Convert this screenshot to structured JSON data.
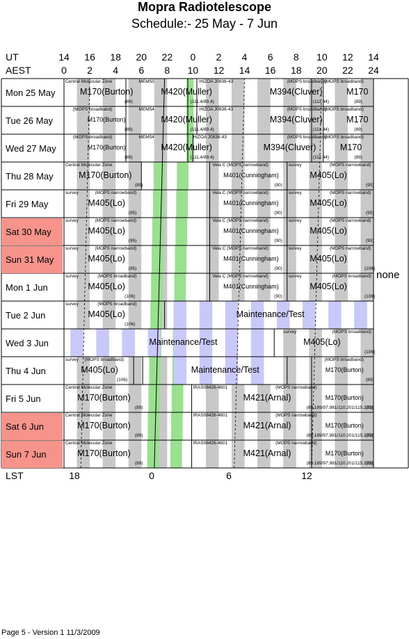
{
  "title": "Mopra Radiotelescope",
  "subtitle": "Schedule:- 25 May - 7  Jun",
  "axes": {
    "ut_label": "UT",
    "aest_label": "AEST",
    "lst_label": "LST",
    "ut_ticks": [
      "14",
      "16",
      "18",
      "20",
      "22",
      "0",
      "2",
      "4",
      "6",
      "8",
      "10",
      "12",
      "14"
    ],
    "aest_ticks": [
      "0",
      "2",
      "4",
      "6",
      "8",
      "10",
      "12",
      "14",
      "16",
      "18",
      "20",
      "22",
      "24"
    ],
    "lst_ticks": [
      "18",
      "0",
      "6",
      "12"
    ]
  },
  "colors": {
    "grey": "#c8c8c8",
    "green": "#99e18f",
    "lavender": "#c8c8f9",
    "weekend": "#f6938b"
  },
  "days": [
    {
      "label": "Mon  25 May",
      "weekend": false
    },
    {
      "label": "Tue  26 May",
      "weekend": false
    },
    {
      "label": "Wed 27 May",
      "weekend": false
    },
    {
      "label": "Thu  28 May",
      "weekend": false
    },
    {
      "label": "Fri   29 May",
      "weekend": false
    },
    {
      "label": "Sat  30 May",
      "weekend": true
    },
    {
      "label": "Sun 31 May",
      "weekend": true
    },
    {
      "label": "Mon   1 Jun",
      "weekend": false
    },
    {
      "label": "Tue    2  Jun",
      "weekend": false
    },
    {
      "label": "Wed   3  Jun",
      "weekend": false
    },
    {
      "label": "Thu    4  Jun",
      "weekend": false
    },
    {
      "label": "Fri     5  Jun",
      "weekend": false
    },
    {
      "label": "Sat    6  Jun",
      "weekend": true
    },
    {
      "label": "Sun    7  Jun",
      "weekend": true
    }
  ],
  "row_labels": [
    [
      {
        "t": "Central Molecular Zone",
        "h": 0.1,
        "pos": "tl",
        "s": "sm"
      },
      {
        "t": "M170(Burton)",
        "h": 1.0,
        "pos": "c",
        "s": "big",
        "w": 4.6
      },
      {
        "t": "(89)",
        "h": 4.7,
        "pos": "br",
        "s": "sm"
      },
      {
        "t": "MEM55",
        "h": 5.8,
        "pos": "tl",
        "s": "sm"
      },
      {
        "t": "M420(Muller)",
        "h": 7.0,
        "pos": "c",
        "s": "big",
        "w": 5.0
      },
      {
        "t": "(111.4/89.4)",
        "h": 9.8,
        "pos": "br",
        "s": "sm"
      },
      {
        "t": "HIZOA J0836-43",
        "h": 10.5,
        "pos": "tl",
        "s": "sm"
      },
      {
        "t": "M394(Cluver)",
        "h": 13.5,
        "pos": "c",
        "s": "big",
        "w": 9.0
      },
      {
        "t": "(MOPS broadband)",
        "h": 17.3,
        "pos": "tl",
        "s": "sm"
      },
      {
        "t": "(111.44)",
        "h": 19.3,
        "pos": "br",
        "s": "sm"
      },
      {
        "t": "(MOPS broadband)",
        "h": 20.2,
        "pos": "tl",
        "s": "sm"
      },
      {
        "t": "M170",
        "h": 21.5,
        "pos": "c",
        "s": "big",
        "w": 2.5
      },
      {
        "t": "(89)",
        "h": 22.5,
        "pos": "br",
        "s": "sm"
      }
    ],
    [
      {
        "t": "(MOPS broadband)",
        "h": 0.7,
        "pos": "tl",
        "s": "sm"
      },
      {
        "t": "M170(Burton)",
        "h": 1.0,
        "pos": "c",
        "s": "sm2",
        "w": 4.6
      },
      {
        "t": "(89)",
        "h": 4.7,
        "pos": "br",
        "s": "sm"
      },
      {
        "t": "MEM54",
        "h": 5.8,
        "pos": "tl",
        "s": "sm"
      },
      {
        "t": "M420(Muller)",
        "h": 7.0,
        "pos": "c",
        "s": "big",
        "w": 5.0
      },
      {
        "t": "(111.4/89.4)",
        "h": 9.8,
        "pos": "br",
        "s": "sm"
      },
      {
        "t": "HIZOA J0836-43",
        "h": 10.5,
        "pos": "tl",
        "s": "sm"
      },
      {
        "t": "M394(Cluver)",
        "h": 13.5,
        "pos": "c",
        "s": "big",
        "w": 9.0
      },
      {
        "t": "(MOPS broadband)",
        "h": 17.3,
        "pos": "tl",
        "s": "sm"
      },
      {
        "t": "(111.44)",
        "h": 19.3,
        "pos": "br",
        "s": "sm"
      },
      {
        "t": "(MOPS broadband)",
        "h": 20.2,
        "pos": "tl",
        "s": "sm"
      },
      {
        "t": "M170",
        "h": 21.5,
        "pos": "c",
        "s": "big",
        "w": 2.5
      },
      {
        "t": "(89)",
        "h": 22.5,
        "pos": "br",
        "s": "sm"
      }
    ],
    [
      {
        "t": "(MOPS broadband)",
        "h": 0.7,
        "pos": "tl",
        "s": "sm"
      },
      {
        "t": "M170(Burton)",
        "h": 1.0,
        "pos": "c",
        "s": "sm2",
        "w": 4.6
      },
      {
        "t": "(89)",
        "h": 4.7,
        "pos": "br",
        "s": "sm"
      },
      {
        "t": "MEM54",
        "h": 5.8,
        "pos": "tl",
        "s": "sm"
      },
      {
        "t": "M420(Muller)",
        "h": 7.0,
        "pos": "c",
        "s": "big",
        "w": 5.0
      },
      {
        "t": "(111.4/89.4)",
        "h": 9.8,
        "pos": "br",
        "s": "sm"
      },
      {
        "t": "HIZOA J0836-43",
        "h": 10.0,
        "pos": "tl",
        "s": "sm"
      },
      {
        "t": "M394(Cluver)",
        "h": 13.0,
        "pos": "c",
        "s": "big",
        "w": 9.0
      },
      {
        "t": "(MOPS broadband)",
        "h": 17.3,
        "pos": "tl",
        "s": "sm"
      },
      {
        "t": "(111.44)",
        "h": 19.3,
        "pos": "br",
        "s": "sm"
      },
      {
        "t": "(MOPS broadband)",
        "h": 20.2,
        "pos": "tl",
        "s": "sm"
      },
      {
        "t": "M170",
        "h": 21.0,
        "pos": "c",
        "s": "big",
        "w": 2.5
      },
      {
        "t": "(89)",
        "h": 22.5,
        "pos": "br",
        "s": "sm"
      }
    ],
    [
      {
        "t": "Central Molecular Zone",
        "h": 0.1,
        "pos": "tl",
        "s": "sm"
      },
      {
        "t": "M170(Burton)",
        "h": 0.9,
        "pos": "c",
        "s": "big",
        "w": 4.6
      },
      {
        "t": "(89)",
        "h": 5.5,
        "pos": "br",
        "s": "sm"
      },
      {
        "t": "Vela C (MOPS narrowband)",
        "h": 11.5,
        "pos": "tl",
        "s": "sm"
      },
      {
        "t": "M401(Cunningham)",
        "h": 11.5,
        "pos": "c",
        "s": "sm2",
        "w": 6.0
      },
      {
        "t": "(90)",
        "h": 16.3,
        "pos": "br",
        "s": "sm"
      },
      {
        "t": "survey",
        "h": 17.4,
        "pos": "tl",
        "s": "sm"
      },
      {
        "t": "(MOPS narrowband)",
        "h": 20.6,
        "pos": "tl",
        "s": "sm"
      },
      {
        "t": "M405(Lo)",
        "h": 18.5,
        "pos": "c",
        "s": "big",
        "w": 4.0
      },
      {
        "t": "(95)",
        "h": 23.4,
        "pos": "br",
        "s": "sm"
      }
    ],
    [
      {
        "t": "survey",
        "h": 0.1,
        "pos": "tl",
        "s": "sm"
      },
      {
        "t": "(MOPS narrowband)",
        "h": 2.4,
        "pos": "tl",
        "s": "sm"
      },
      {
        "t": "M405(Lo)",
        "h": 1.0,
        "pos": "c",
        "s": "big",
        "w": 4.6
      },
      {
        "t": "(95)",
        "h": 5.0,
        "pos": "br",
        "s": "sm"
      },
      {
        "t": "Vela C (MOPS narrowband)",
        "h": 11.5,
        "pos": "tl",
        "s": "sm"
      },
      {
        "t": "M401(Cunningham)",
        "h": 11.5,
        "pos": "c",
        "s": "sm2",
        "w": 6.0
      },
      {
        "t": "(90)",
        "h": 16.3,
        "pos": "br",
        "s": "sm"
      },
      {
        "t": "survey",
        "h": 17.4,
        "pos": "tl",
        "s": "sm"
      },
      {
        "t": "(MOPS narrowband)",
        "h": 20.6,
        "pos": "tl",
        "s": "sm"
      },
      {
        "t": "M405(Lo)",
        "h": 18.5,
        "pos": "c",
        "s": "big",
        "w": 4.0
      },
      {
        "t": "(95)",
        "h": 23.4,
        "pos": "br",
        "s": "sm"
      }
    ],
    [
      {
        "t": "survey",
        "h": 0.1,
        "pos": "tl",
        "s": "sm"
      },
      {
        "t": "(MOPS narrowband)",
        "h": 2.4,
        "pos": "tl",
        "s": "sm"
      },
      {
        "t": "M405(Lo)",
        "h": 1.0,
        "pos": "c",
        "s": "big",
        "w": 4.6
      },
      {
        "t": "(95)",
        "h": 5.0,
        "pos": "br",
        "s": "sm"
      },
      {
        "t": "Vela C (MOPS narrowband)",
        "h": 11.5,
        "pos": "tl",
        "s": "sm"
      },
      {
        "t": "M401(Cunningham)",
        "h": 11.5,
        "pos": "c",
        "s": "sm2",
        "w": 6.0
      },
      {
        "t": "(90)",
        "h": 16.3,
        "pos": "br",
        "s": "sm"
      },
      {
        "t": "survey",
        "h": 17.4,
        "pos": "tl",
        "s": "sm"
      },
      {
        "t": "(MOPS narrowband)",
        "h": 20.6,
        "pos": "tl",
        "s": "sm"
      },
      {
        "t": "M405(Lo)",
        "h": 18.5,
        "pos": "c",
        "s": "big",
        "w": 4.0
      },
      {
        "t": "(95)",
        "h": 23.4,
        "pos": "br",
        "s": "sm"
      }
    ],
    [
      {
        "t": "survey",
        "h": 0.1,
        "pos": "tl",
        "s": "sm"
      },
      {
        "t": "(MOPS narrowband)",
        "h": 2.4,
        "pos": "tl",
        "s": "sm"
      },
      {
        "t": "M405(Lo)",
        "h": 1.0,
        "pos": "c",
        "s": "big",
        "w": 4.6
      },
      {
        "t": "(95)",
        "h": 5.0,
        "pos": "br",
        "s": "sm"
      },
      {
        "t": "Vela C (MOPS narrowband)",
        "h": 11.5,
        "pos": "tl",
        "s": "sm"
      },
      {
        "t": "M401(Cunningham)",
        "h": 11.5,
        "pos": "c",
        "s": "sm2",
        "w": 6.0
      },
      {
        "t": "(90)",
        "h": 16.3,
        "pos": "br",
        "s": "sm"
      },
      {
        "t": "survey",
        "h": 17.4,
        "pos": "tl",
        "s": "sm"
      },
      {
        "t": "(MOPS narrowband)",
        "h": 20.6,
        "pos": "tl",
        "s": "sm"
      },
      {
        "t": "M405(Lo)",
        "h": 18.5,
        "pos": "c",
        "s": "big",
        "w": 4.0
      },
      {
        "t": "(106)",
        "h": 23.3,
        "pos": "br",
        "s": "sm"
      }
    ],
    [
      {
        "t": "survey",
        "h": 0.1,
        "pos": "tl",
        "s": "sm"
      },
      {
        "t": "(MOPS broadband)",
        "h": 2.6,
        "pos": "tl",
        "s": "sm"
      },
      {
        "t": "M405(Lo)",
        "h": 1.0,
        "pos": "c",
        "s": "big",
        "w": 4.6
      },
      {
        "t": "(106)",
        "h": 4.7,
        "pos": "br",
        "s": "sm"
      },
      {
        "t": "Vela C (MOPS narrowband)",
        "h": 11.5,
        "pos": "tl",
        "s": "sm"
      },
      {
        "t": "M401(Cunningham)",
        "h": 11.5,
        "pos": "c",
        "s": "sm2",
        "w": 6.0
      },
      {
        "t": "(90)",
        "h": 16.3,
        "pos": "br",
        "s": "sm"
      },
      {
        "t": "survey",
        "h": 17.4,
        "pos": "tl",
        "s": "sm"
      },
      {
        "t": "(MOPS broadband)",
        "h": 20.8,
        "pos": "tl",
        "s": "sm"
      },
      {
        "t": "M405(Lo)",
        "h": 18.5,
        "pos": "c",
        "s": "big",
        "w": 4.0
      },
      {
        "t": "(106)",
        "h": 23.3,
        "pos": "br",
        "s": "sm"
      }
    ],
    [
      {
        "t": "survey",
        "h": 0.1,
        "pos": "tl",
        "s": "sm"
      },
      {
        "t": "(MOPS broadband)",
        "h": 2.6,
        "pos": "tl",
        "s": "sm"
      },
      {
        "t": "M405(Lo)",
        "h": 1.0,
        "pos": "c",
        "s": "big",
        "w": 4.6
      },
      {
        "t": "(106)",
        "h": 4.7,
        "pos": "br",
        "s": "sm"
      },
      {
        "t": "Maintenance/Test",
        "h": 8.0,
        "pos": "c",
        "s": "big",
        "w": 16.0
      }
    ],
    [
      {
        "t": "Maintenance/Test",
        "h": 1.0,
        "pos": "c",
        "s": "big",
        "w": 16.5
      },
      {
        "t": "survey",
        "h": 17.0,
        "pos": "tl",
        "s": "sm"
      },
      {
        "t": "(MOPS broadband)",
        "h": 20.8,
        "pos": "tl",
        "s": "sm"
      },
      {
        "t": "M405(Lo)",
        "h": 17.5,
        "pos": "c",
        "s": "big",
        "w": 5.0
      },
      {
        "t": "(106)",
        "h": 23.3,
        "pos": "br",
        "s": "sm"
      }
    ],
    [
      {
        "t": "survey",
        "h": 0.1,
        "pos": "tl",
        "s": "sm"
      },
      {
        "t": "(MOPS broadband)",
        "h": 1.6,
        "pos": "tl",
        "s": "sm"
      },
      {
        "t": "M405(Lo)",
        "h": 0.5,
        "pos": "c",
        "s": "big",
        "w": 4.5
      },
      {
        "t": "(106)",
        "h": 4.1,
        "pos": "br",
        "s": "sm"
      },
      {
        "t": "Maintenance/Test",
        "h": 7.5,
        "pos": "c",
        "s": "big",
        "w": 10.0
      },
      {
        "t": "(MOPS broadband)",
        "h": 20.2,
        "pos": "tl",
        "s": "sm"
      },
      {
        "t": "M170(Burton)",
        "h": 19.5,
        "pos": "c",
        "s": "sm2",
        "w": 4.5
      },
      {
        "t": "(89)",
        "h": 23.4,
        "pos": "br",
        "s": "sm"
      }
    ],
    [
      {
        "t": "Central Molecular Zone",
        "h": 0.1,
        "pos": "tl",
        "s": "sm"
      },
      {
        "t": "M170(Burton)",
        "h": 0.5,
        "pos": "c",
        "s": "big",
        "w": 5.2
      },
      {
        "t": "(89)",
        "h": 5.5,
        "pos": "br",
        "s": "sm"
      },
      {
        "t": "IRAS08426-4601",
        "h": 10.0,
        "pos": "tl",
        "s": "sm"
      },
      {
        "t": "(MOPS narrowband)",
        "h": 16.4,
        "pos": "tl",
        "s": "sm"
      },
      {
        "t": "M421(Arnal)",
        "h": 12.5,
        "pos": "c",
        "s": "big",
        "w": 6.5
      },
      {
        "t": "(89.189/97.981/110.201/115.271)",
        "h": 18.8,
        "pos": "br",
        "s": "sm"
      },
      {
        "t": "M170(Burton)",
        "h": 19.5,
        "pos": "c",
        "s": "sm2",
        "w": 4.5
      },
      {
        "t": "(89)",
        "h": 23.4,
        "pos": "br",
        "s": "sm"
      }
    ],
    [
      {
        "t": "Central Molecular Zone",
        "h": 0.1,
        "pos": "tl",
        "s": "sm"
      },
      {
        "t": "M170(Burton)",
        "h": 0.5,
        "pos": "c",
        "s": "big",
        "w": 5.2
      },
      {
        "t": "(89)",
        "h": 5.5,
        "pos": "br",
        "s": "sm"
      },
      {
        "t": "IRAS08426-4601",
        "h": 10.0,
        "pos": "tl",
        "s": "sm"
      },
      {
        "t": "(MOPS narrowband)",
        "h": 16.4,
        "pos": "tl",
        "s": "sm"
      },
      {
        "t": "M421(Arnal)",
        "h": 12.5,
        "pos": "c",
        "s": "big",
        "w": 6.5
      },
      {
        "t": "(89.189/97.981/110.201/115.271)",
        "h": 18.8,
        "pos": "br",
        "s": "sm"
      },
      {
        "t": "M170(Burton)",
        "h": 19.5,
        "pos": "c",
        "s": "sm2",
        "w": 4.5
      },
      {
        "t": "(89)",
        "h": 23.4,
        "pos": "br",
        "s": "sm"
      }
    ],
    [
      {
        "t": "Central Molecular Zone",
        "h": 0.1,
        "pos": "tl",
        "s": "sm"
      },
      {
        "t": "M170(Burton)",
        "h": 0.5,
        "pos": "c",
        "s": "big",
        "w": 5.2
      },
      {
        "t": "(89)",
        "h": 5.5,
        "pos": "br",
        "s": "sm"
      },
      {
        "t": "IRAS08426-4601",
        "h": 10.0,
        "pos": "tl",
        "s": "sm"
      },
      {
        "t": "(MOPS narrowband)",
        "h": 16.4,
        "pos": "tl",
        "s": "sm"
      },
      {
        "t": "M421(Arnal)",
        "h": 12.5,
        "pos": "c",
        "s": "big",
        "w": 6.5
      },
      {
        "t": "(89.189/97.981/110.201/115.271)",
        "h": 18.8,
        "pos": "br",
        "s": "sm"
      },
      {
        "t": "M170(Burton)",
        "h": 19.5,
        "pos": "c",
        "s": "sm2",
        "w": 4.5
      },
      {
        "t": "(89)",
        "h": 23.4,
        "pos": "br",
        "s": "sm"
      }
    ]
  ],
  "side_note": "none",
  "footer": "Page 5 - Version 1  11/3/2009"
}
